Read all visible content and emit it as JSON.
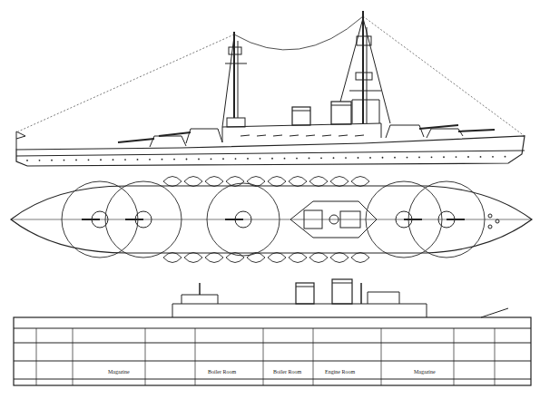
{
  "diagram": {
    "labels": [
      "Magazine",
      "Boiler Room",
      "Boiler Room",
      "Engine Room",
      "Magazine"
    ]
  }
}
